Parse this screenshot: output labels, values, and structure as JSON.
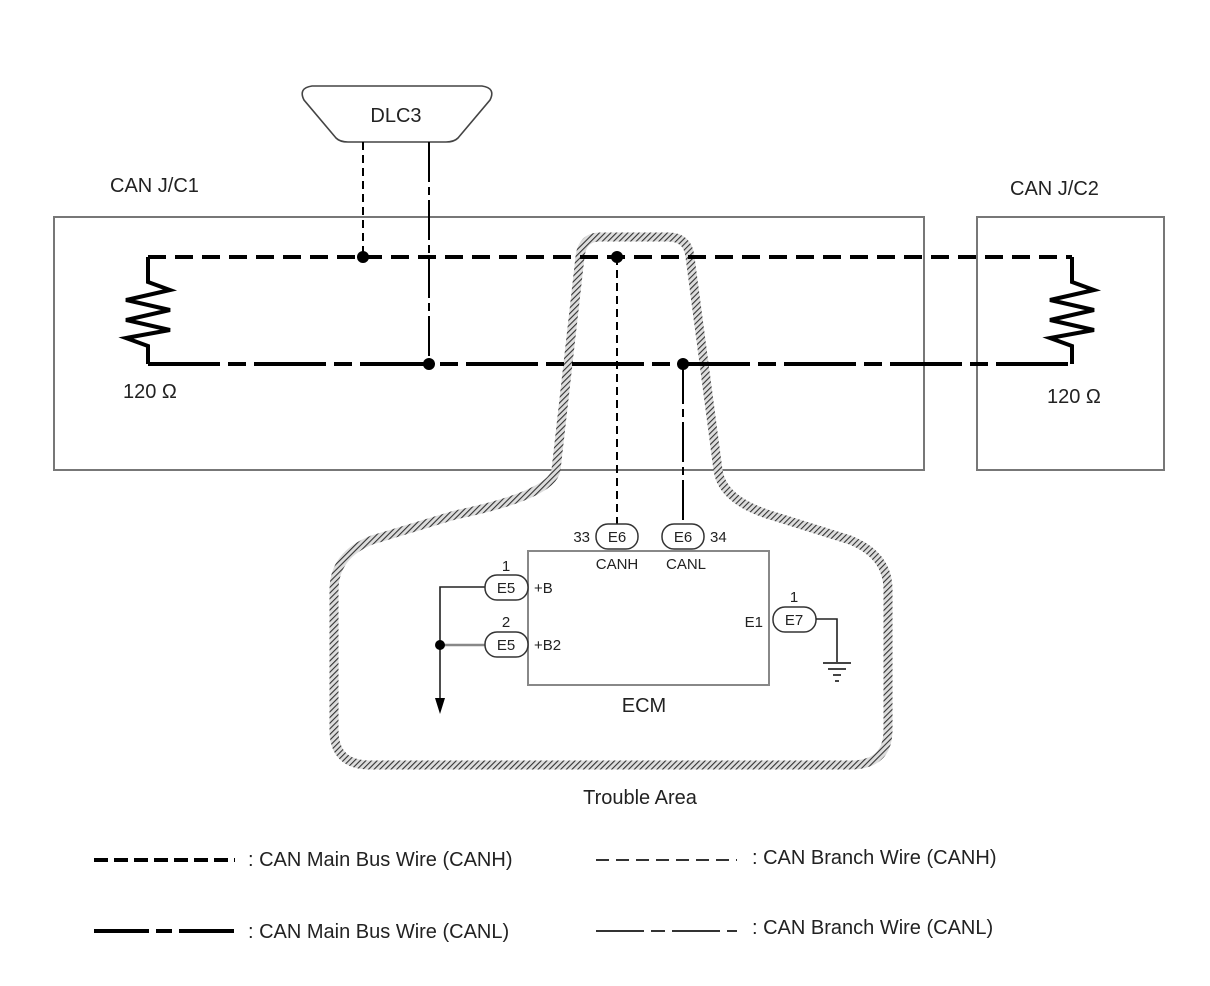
{
  "diagram": {
    "dlc": {
      "label": "DLC3"
    },
    "jc1": {
      "label": "CAN J/C1",
      "resistor": "120 Ω"
    },
    "jc2": {
      "label": "CAN J/C2",
      "resistor": "120 Ω"
    },
    "ecm": {
      "label": "ECM",
      "canh": {
        "connector": "E6",
        "pin": "33",
        "signal": "CANH"
      },
      "canl": {
        "connector": "E6",
        "pin": "34",
        "signal": "CANL"
      },
      "b": {
        "connector": "E5",
        "pin": "1",
        "signal": "+B"
      },
      "b2": {
        "connector": "E5",
        "pin": "2",
        "signal": "+B2"
      },
      "e1": {
        "connector": "E7",
        "pin": "1",
        "signal": "E1"
      }
    },
    "trouble_area": {
      "label": "Trouble Area"
    },
    "colors": {
      "line": "#000000",
      "box": "#777777",
      "hatch": "#555555"
    }
  },
  "legend": [
    {
      "id": "main-canh",
      "text": ": CAN Main Bus Wire (CANH)"
    },
    {
      "id": "main-canl",
      "text": ": CAN Main Bus Wire (CANL)"
    },
    {
      "id": "branch-canh",
      "text": ": CAN Branch Wire (CANH)"
    },
    {
      "id": "branch-canl",
      "text": ": CAN Branch Wire (CANL)"
    }
  ]
}
